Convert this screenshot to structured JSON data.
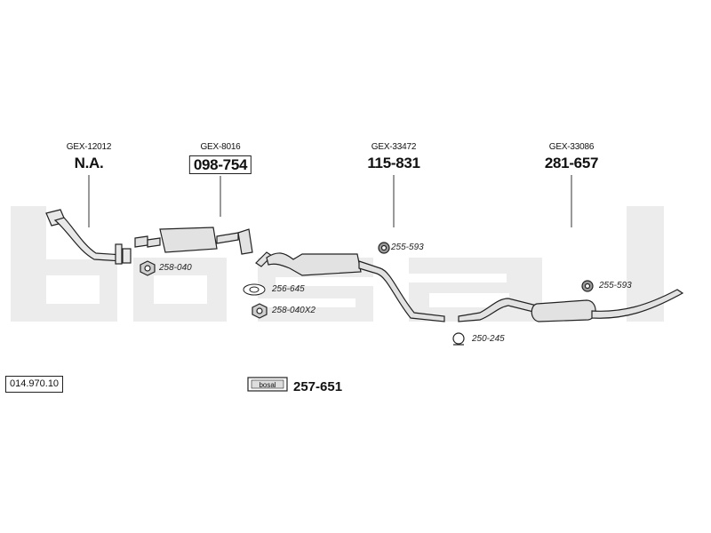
{
  "brand_watermark": "bosal",
  "catalog_number": "014.970.10",
  "parts": [
    {
      "oe_code": "GEX-12012",
      "part_number": "N.A.",
      "boxed": false
    },
    {
      "oe_code": "GEX-8016",
      "part_number": "098-754",
      "boxed": true
    },
    {
      "oe_code": "GEX-33472",
      "part_number": "115-831",
      "boxed": false
    },
    {
      "oe_code": "GEX-33086",
      "part_number": "281-657",
      "boxed": false
    }
  ],
  "accessories": [
    {
      "code": "258-040",
      "icon": "nut-icon"
    },
    {
      "code": "256-645",
      "icon": "gasket-icon"
    },
    {
      "code": "258-040X2",
      "icon": "nut-icon"
    },
    {
      "code": "255-593",
      "icon": "rubber-hanger-icon"
    },
    {
      "code": "250-245",
      "icon": "clamp-icon"
    },
    {
      "code": "255-593",
      "icon": "rubber-hanger-icon"
    }
  ],
  "mounting_kit": {
    "logo_text": "bosal",
    "part_number": "257-651"
  },
  "colors": {
    "watermark": "#ececec",
    "line": "#222222",
    "fill": "#e2e2e2"
  }
}
